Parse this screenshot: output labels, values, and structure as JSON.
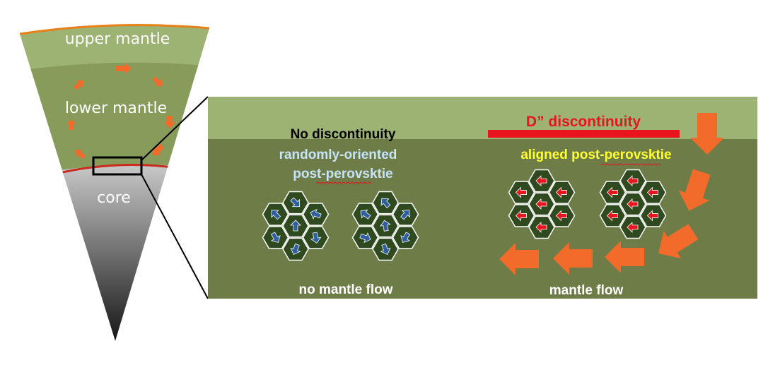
{
  "wedge": {
    "upper_mantle_label": "upper mantle",
    "lower_mantle_label": "lower mantle",
    "core_label": "core"
  },
  "inset": {
    "left": {
      "heading": "No discontinuity",
      "subheading_line1": "randomly-oriented",
      "subheading_line2": "post-perovsktie",
      "caption": "no mantle flow",
      "crystal_icon": "arrow-random-orientation"
    },
    "right": {
      "heading": "D” discontinuity",
      "subheading": "aligned post-perovsktie",
      "caption": "mantle flow",
      "crystal_icon": "arrow-left-aligned"
    }
  },
  "colors": {
    "upper_mantle": "#9db373",
    "lower_mantle": "#879b5a",
    "deep_mantle": "#6e7d48",
    "core_top": "#c8c8c8",
    "core_bottom": "#0a0a0a",
    "crust_line": "#e8801a",
    "discontinuity_line": "#cc2a1e",
    "flow_arrow": "#f26b2a",
    "hexagon_fill": "#2e4a1e",
    "random_arrow": "#2f5f9e",
    "aligned_arrow": "#e8141e",
    "heading_red": "#e8141e",
    "subheading_blue": "#c6e3f7",
    "subheading_yellow": "#ffff33"
  }
}
